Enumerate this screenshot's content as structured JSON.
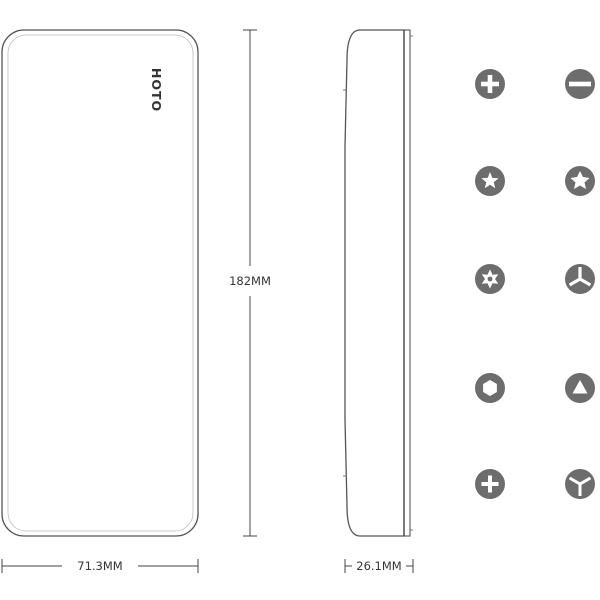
{
  "product": {
    "brand": "HOTO"
  },
  "dimensions": {
    "width": "71.3MM",
    "height": "182MM",
    "depth": "26.1MM"
  },
  "bit_icons": [
    {
      "name": "phillips-bit-icon"
    },
    {
      "name": "slotted-bit-icon"
    },
    {
      "name": "torx-bit-icon"
    },
    {
      "name": "pentalobe-bit-icon"
    },
    {
      "name": "security-torx-bit-icon"
    },
    {
      "name": "tri-wing-bit-icon"
    },
    {
      "name": "hex-bit-icon"
    },
    {
      "name": "triangle-bit-icon"
    },
    {
      "name": "pozidriv-bit-icon"
    },
    {
      "name": "y-tip-bit-icon"
    }
  ],
  "colors": {
    "icon": "#6d6d6d",
    "outline": "#555555",
    "text": "#333333"
  }
}
